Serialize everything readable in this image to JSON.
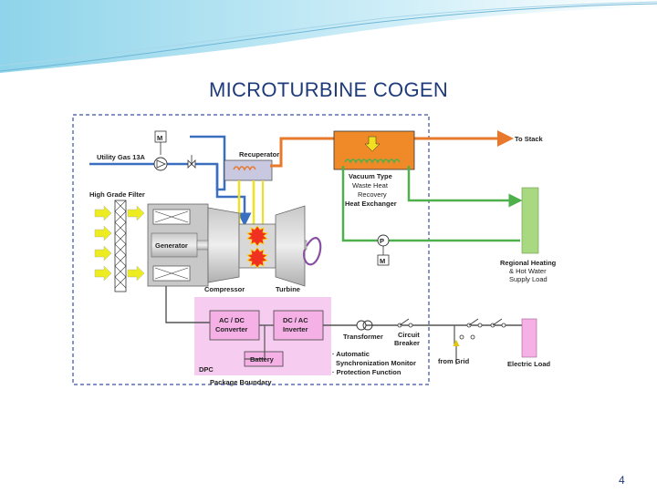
{
  "slide": {
    "title": "MICROTURBINE COGEN",
    "page_number": "4"
  },
  "diagram": {
    "labels": {
      "m_top": "M",
      "utility_gas": "Utility Gas 13A",
      "recuperator": "Recuperator",
      "to_stack": "To Stack",
      "vacuum_type": "Vacuum Type",
      "waste_heat": "Waste Heat",
      "recovery": "Recovery",
      "heat_exchanger": "Heat Exchanger",
      "high_grade_filter": "High Grade Filter",
      "generator": "Generator",
      "pump": "P",
      "m_bottom": "M",
      "regional_heating": "Regional Heating",
      "hot_water": "& Hot Water",
      "supply_load": "Supply Load",
      "compressor": "Compressor",
      "turbine": "Turbine",
      "acdc_line1": "AC / DC",
      "acdc_line2": "Converter",
      "dcac_line1": "DC / AC",
      "dcac_line2": "Inverter",
      "transformer": "Transformer",
      "circuit": "Circuit",
      "breaker": "Breaker",
      "battery": "Battery",
      "dpc": "DPC",
      "automatic": "· Automatic",
      "sync_monitor": "Synchronization Monitor",
      "protection": "· Protection Function",
      "from_grid": "from Grid",
      "electric_load": "Electric Load",
      "package_boundary": "Package Boundary"
    },
    "colors": {
      "gas_line": "#3a6fbf",
      "exhaust_line": "#e8782a",
      "water_line": "#4db04a",
      "yellow_line": "#f0e020",
      "electrical_line": "#555555",
      "heat_exchanger": "#f08a28",
      "dpc_panel": "#f6cdf0",
      "inner_box": "#f5b0e6",
      "regional_tank": "#a8d880",
      "electric_load_box": "#f5b0e6",
      "flame": "#f03020",
      "arrow_yellow": "#ecec20"
    },
    "icons": [
      "motor-icon",
      "pump-icon",
      "valve-icon",
      "flame-icon",
      "filter-icon",
      "transformer-icon",
      "breaker-icon",
      "exhaust-arrow-icon",
      "intake-arrow-icon"
    ]
  }
}
